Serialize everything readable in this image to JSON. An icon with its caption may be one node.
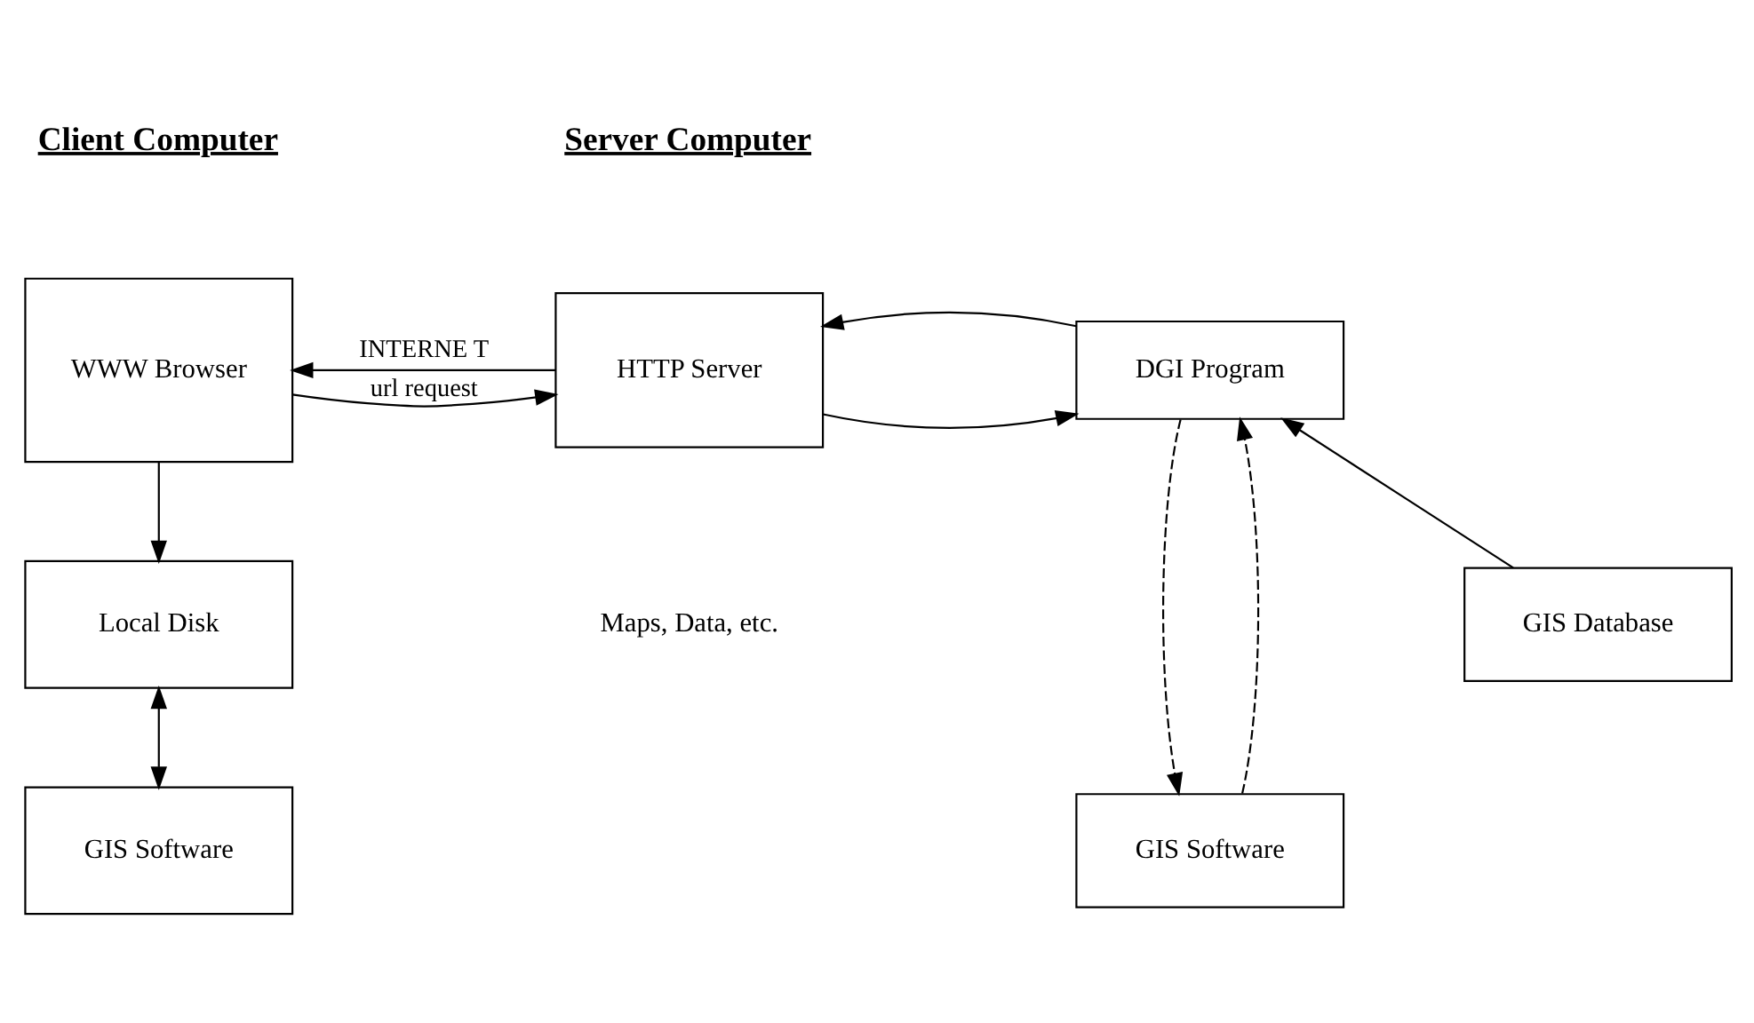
{
  "diagram": {
    "nodes": [
      {
        "text": [
          "WWW Browser"
        ]
      },
      {
        "text": [
          "HTTP Server"
        ]
      },
      {
        "text": [
          "DGI Program"
        ]
      },
      {
        "text": [
          "Local Disk"
        ]
      },
      {
        "text": [
          "GIS Software"
        ]
      },
      {
        "text": [
          "GIS Database"
        ]
      },
      {
        "text": [
          "GIS Software"
        ]
      }
    ],
    "edges": [
      {
        "from": 0,
        "to": 1,
        "arrow": "to",
        "label": "url request"
      },
      {
        "from": 1,
        "to": 0,
        "arrow": "to",
        "label": "INTERNE T"
      },
      {
        "from": 1,
        "to": 2,
        "arrow": "to"
      },
      {
        "from": 2,
        "to": 1,
        "arrow": "to"
      },
      {
        "from": 0,
        "to": 3,
        "arrow": "to"
      },
      {
        "from": 3,
        "to": 4,
        "arrow": "both"
      },
      {
        "from": 5,
        "to": 2,
        "arrow": "to"
      },
      {
        "from": 2,
        "to": 6,
        "arrow": "to",
        "style": "dashed"
      },
      {
        "from": 6,
        "to": 2,
        "arrow": "to",
        "style": "dashed"
      }
    ],
    "labels": [
      "Client Computer",
      "Server Computer",
      "Maps, Data, etc."
    ]
  }
}
